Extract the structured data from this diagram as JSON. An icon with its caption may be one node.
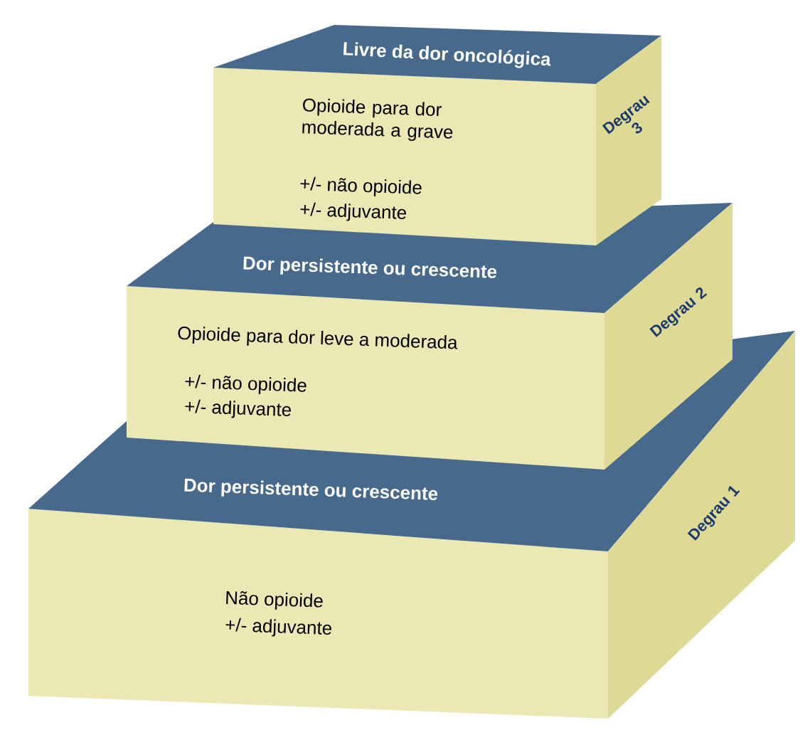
{
  "diagram": {
    "nodes": [
      {
        "text": [
          "Livre da dor oncológica",
          "Opioide para dor moderada a grave",
          "+/- não opioide",
          "+/- adjuvante"
        ],
        "beside": [
          "Degrau 3"
        ]
      },
      {
        "text": [
          "Dor persistente ou crescente",
          "Opioide para dor leve a moderada",
          "+/- não opioide",
          "+/- adjuvante"
        ],
        "beside": [
          "Degrau 2"
        ]
      },
      {
        "text": [
          "Dor persistente ou crescente",
          "Não opioide",
          "+/- adjuvante"
        ],
        "beside": [
          "Degrau 1"
        ]
      }
    ]
  }
}
